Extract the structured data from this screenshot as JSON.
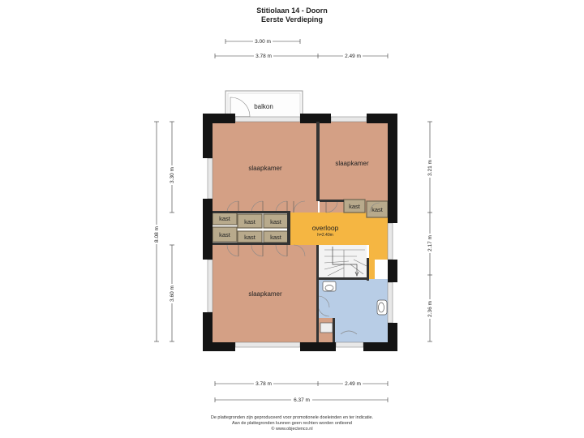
{
  "header": {
    "title": "Stitiolaan 14 - Doorn",
    "subtitle": "Eerste Verdieping"
  },
  "dimensions": {
    "top_center": "3.00 m",
    "top_left": "3.78 m",
    "top_right": "2.49 m",
    "bottom_left": "3.78 m",
    "bottom_right": "2.49 m",
    "bottom_total": "6.37 m",
    "left_total": "8.08 m",
    "left_upper": "3.30 m",
    "left_lower": "3.60 m",
    "right_upper": "3.21 m",
    "right_middle": "2.17 m",
    "right_lower": "2.36 m"
  },
  "rooms": {
    "balcony": "balkon",
    "bedroom_main": "slaapkamer",
    "bedroom_right": "slaapkamer",
    "bedroom_bottom": "slaapkamer",
    "landing": "overloop",
    "landing_height": "h=2.40m",
    "closet": "kast"
  },
  "colors": {
    "bedroom": "#d4a085",
    "landing": "#f5b642",
    "bathroom": "#b8cde6",
    "closet": "#b8aa8c",
    "wall": "#141414",
    "dimension": "#333333"
  },
  "footer": {
    "line1": "De plattegronden zijn geproduceerd voor promotionele doeleinden en ter indicatie.",
    "line2": "Aan de plattegronden kunnen geen rechten worden ontleend",
    "line3": "© www.objectenco.nl"
  }
}
